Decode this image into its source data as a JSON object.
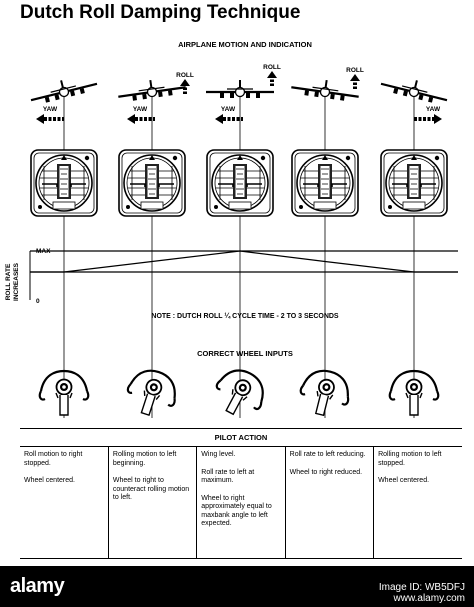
{
  "title": "Dutch Roll Damping Technique",
  "motion": {
    "heading": "AIRPLANE MOTION AND INDICATION",
    "yaw_label": "YAW",
    "roll_label": "ROLL"
  },
  "chart": {
    "ylabel": "ROLL RATE INCREASES",
    "max_label": "MAX",
    "zero_label": "0",
    "note": "NOTE :  DUTCH ROLL ¼ CYCLE TIME - 2 TO 3 SECONDS"
  },
  "chart_data": {
    "type": "line",
    "ylabel": "ROLL RATE INCREASES",
    "y_ticks": [
      "MAX",
      "0"
    ],
    "series": [
      {
        "x": [
          0,
          1,
          2,
          3,
          4
        ],
        "values": [
          0,
          0.5,
          1.0,
          0.5,
          0
        ]
      }
    ]
  },
  "wheel": {
    "heading": "CORRECT WHEEL INPUTS"
  },
  "pilot_action": {
    "heading": "PILOT ACTION",
    "columns": [
      [
        "Roll motion to right stopped.",
        "Wheel centered."
      ],
      [
        "Rolling motion to left beginning.",
        "Wheel to right to counteract rolling motion to left."
      ],
      [
        "Wing level.",
        "Roll rate to left at maximum.",
        "Wheel to right approximately equal to maxbank angle to left expected."
      ],
      [
        "Roll rate to left reducing.",
        "Wheel to right reduced."
      ],
      [
        "Rolling motion to left stopped.",
        "Wheel centered."
      ]
    ]
  },
  "footer": {
    "watermark": "alamy",
    "image_id": "Image ID: WB5DFJ",
    "site": "www.alamy.com"
  }
}
